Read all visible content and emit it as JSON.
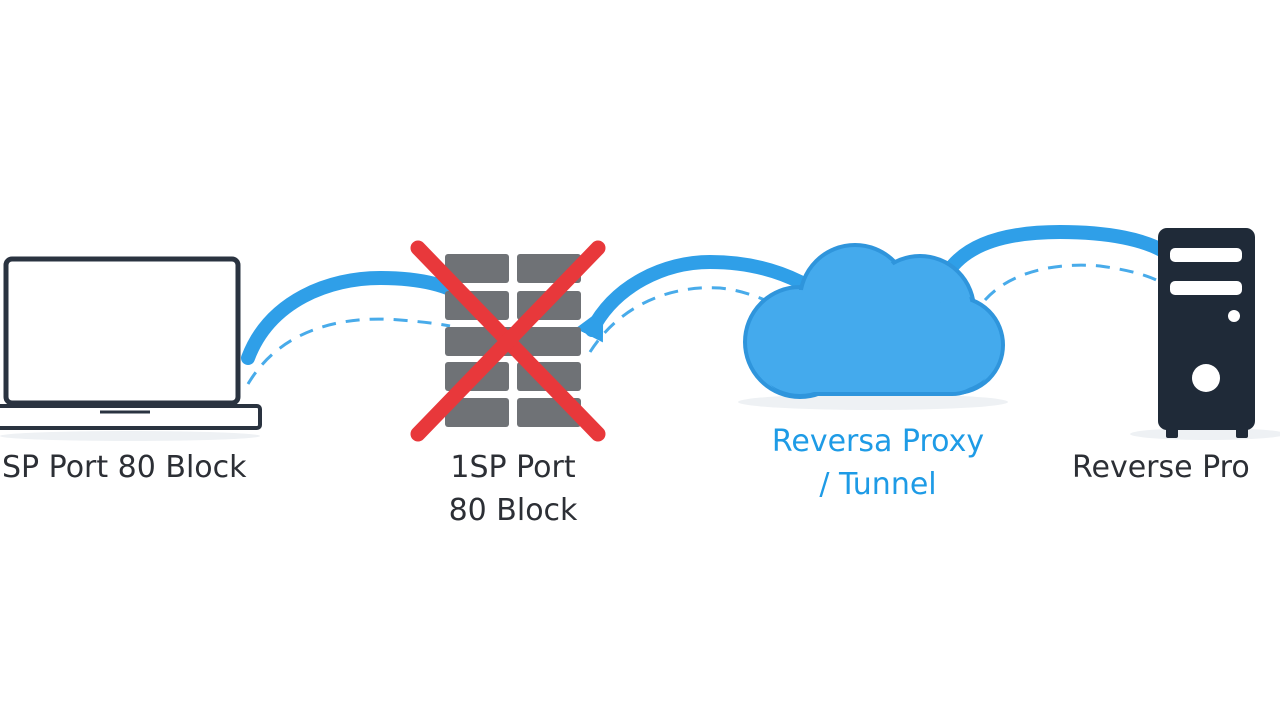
{
  "colors": {
    "flow": "#2f9fe8",
    "flow_dashed": "#48abea",
    "cloud": "#44aaed",
    "cloud_edge": "#2f95dc",
    "laptop": "#2a3340",
    "server": "#1f2a38",
    "wall": "#6f7276",
    "block_mark": "#e8383b",
    "label_dark": "#2c2f35",
    "label_blue": "#1e9be6"
  },
  "nodes": [
    {
      "id": "client",
      "icon": "laptop-icon",
      "label_lines": [
        "SP Port 80 Block"
      ]
    },
    {
      "id": "firewall",
      "icon": "firewall-icon",
      "blocked_icon": "cross-icon",
      "label_lines": [
        "1SP Port",
        "80 Block"
      ]
    },
    {
      "id": "proxy",
      "icon": "cloud-icon",
      "label_lines": [
        "Reversa Proxy",
        "/ Tunnel"
      ]
    },
    {
      "id": "server",
      "icon": "server-icon",
      "label_lines": [
        "Reverse Pro"
      ]
    }
  ]
}
